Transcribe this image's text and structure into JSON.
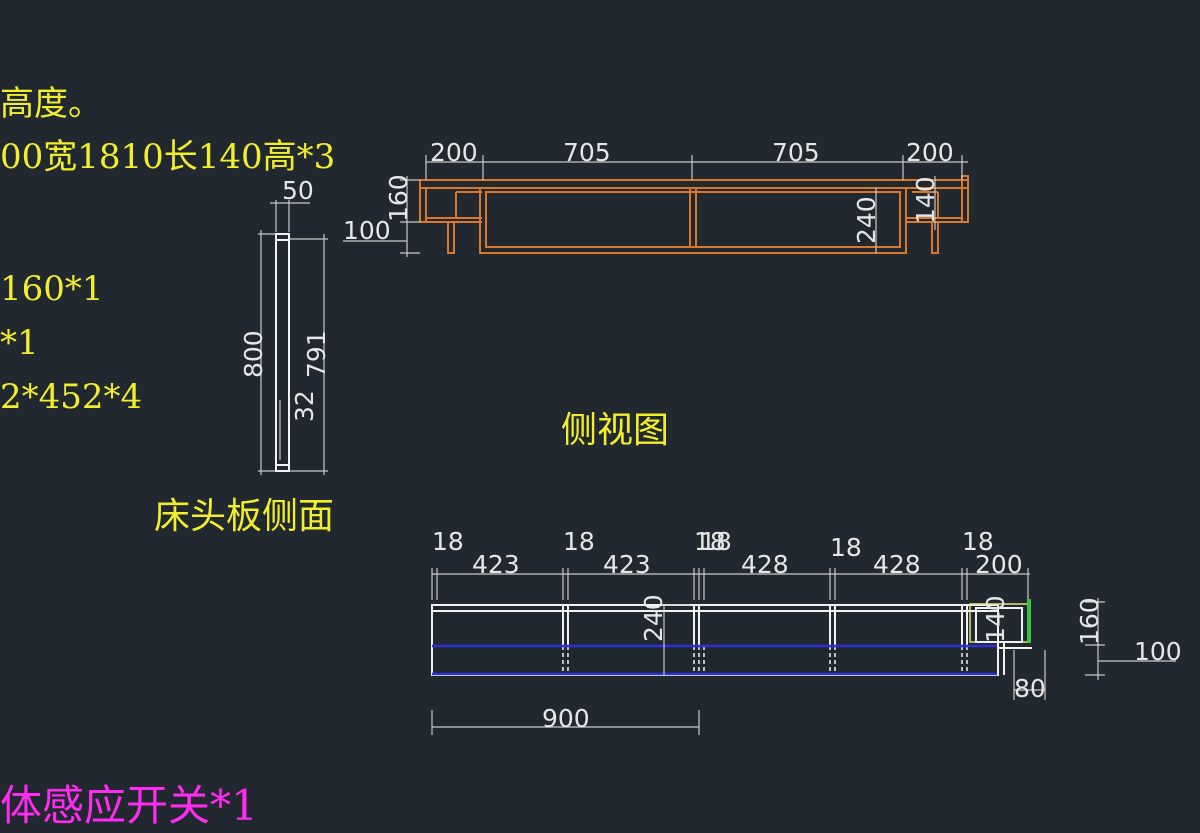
{
  "notes": {
    "line1": "高度。",
    "line2": "00宽1810长140高*3",
    "line3": "160*1",
    "line4": "*1",
    "line5": "2*452*4",
    "line6": "体感应开关*1"
  },
  "titles": {
    "headboard_side": "床头板侧面",
    "side_view": "侧视图"
  },
  "headboard_dims": {
    "thickness": "50",
    "height_total": "800",
    "height_inner": "791",
    "small": "32"
  },
  "side_view_dims": {
    "seg_left": "200",
    "seg_mid1": "705",
    "seg_mid2": "705",
    "seg_right": "200",
    "height_left": "160",
    "leg_height": "100",
    "inner_height": "240",
    "height_right": "140"
  },
  "bottom_view_dims": {
    "t1": "18",
    "t2": "18",
    "t3": "18",
    "t3b": "18",
    "t4": "18",
    "t5": "18",
    "w1": "423",
    "w2": "423",
    "w3": "428",
    "w4": "428",
    "w5": "200",
    "height": "240",
    "inner": "140",
    "right_height": "160",
    "right_leg": "100",
    "offset": "80",
    "total": "900"
  },
  "colors": {
    "background": "#212830",
    "annotation": "#f3ee2c",
    "annotation_alt": "#ff2cf0",
    "frame_orange": "#d9782b",
    "frame_white": "#f2f2f2",
    "frame_blue": "#2733d8",
    "dimension": "#c9c9c9"
  }
}
